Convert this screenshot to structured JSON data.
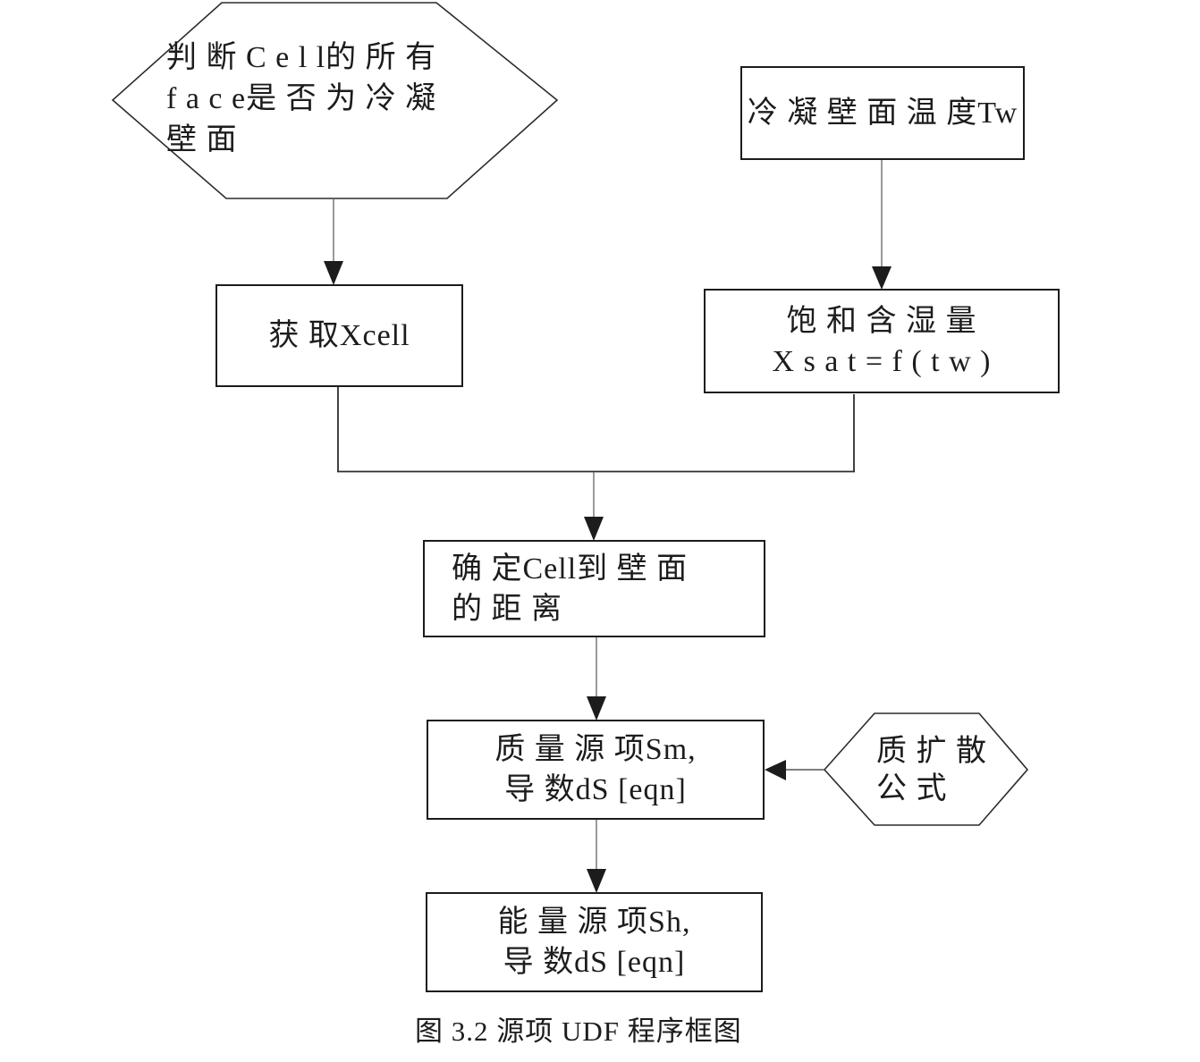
{
  "diagram": {
    "colors": {
      "ink": "#1c1c1c",
      "connector_gray": "#6e6e6e",
      "connector_dark": "#2e2e2e",
      "background": "#ffffff"
    },
    "nodes": {
      "check_all_faces": {
        "shape": "hexagon",
        "lines": [
          "判 断 C e l l的 所 有",
          "f a c e是 否 为 冷 凝",
          "壁 面"
        ]
      },
      "wall_temp": {
        "shape": "rect",
        "lines": [
          "冷 凝 壁 面 温 度Tw"
        ]
      },
      "get_xcell": {
        "shape": "rect",
        "lines": [
          "获 取Xcell"
        ]
      },
      "saturation": {
        "shape": "rect",
        "lines": [
          "饱 和 含 湿 量",
          "X s a t = f ( t w )"
        ]
      },
      "cell_distance": {
        "shape": "rect",
        "lines": [
          "确 定Cell到 壁 面",
          "的 距 离"
        ]
      },
      "mass_source": {
        "shape": "rect",
        "lines": [
          "质 量 源 项Sm,",
          "导 数dS [eqn]"
        ]
      },
      "diffusion_formula": {
        "shape": "hexagon",
        "lines": [
          "质 扩 散",
          "公 式"
        ]
      },
      "energy_source": {
        "shape": "rect",
        "lines": [
          "能 量 源 项Sh,",
          "导 数dS [eqn]"
        ]
      }
    },
    "caption": "图 3.2 源项 UDF 程序框图"
  }
}
